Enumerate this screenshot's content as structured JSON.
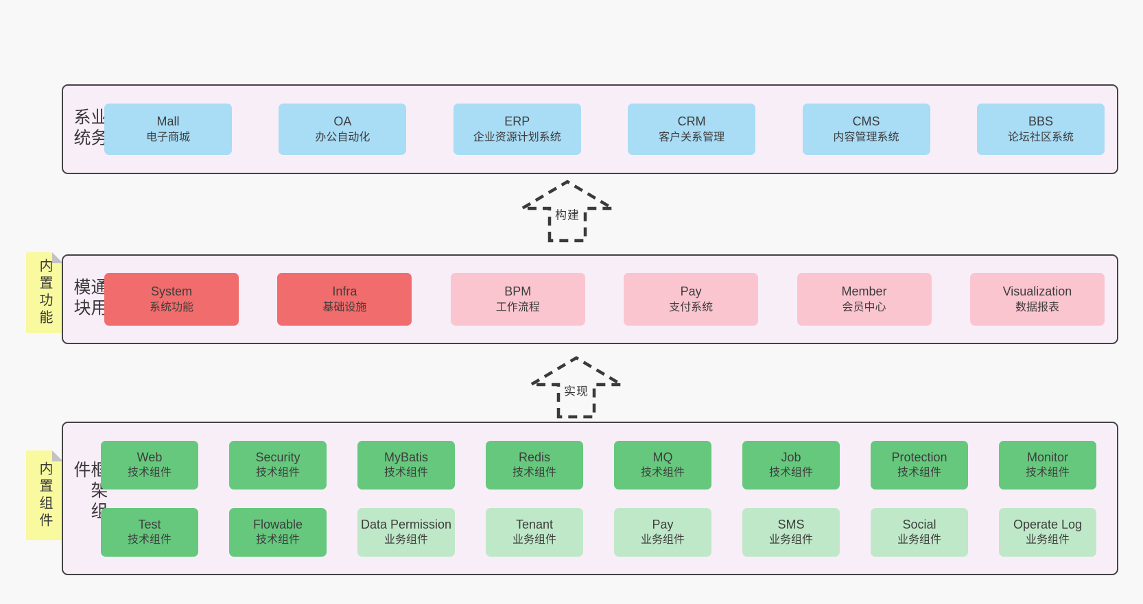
{
  "colors": {
    "pagebg": "#f8f8f8",
    "panel": "#f8eef8",
    "border": "#434343",
    "blue": "#a9dcf5",
    "red": "#f16c6c",
    "pink": "#fbc5d0",
    "green": "#66c87d",
    "lightgreen": "#bfe8c8",
    "yellow": "#f9f9a0",
    "fold": "#c2c2c2",
    "ink": "#3d3d3d"
  },
  "arrows": [
    {
      "label": "构建"
    },
    {
      "label": "实现"
    }
  ],
  "layers": [
    {
      "label": "业务系统",
      "note": null,
      "rows": [
        [
          {
            "name": "Mall",
            "desc": "电子商城",
            "type": "blue"
          },
          {
            "name": "OA",
            "desc": "办公自动化",
            "type": "blue"
          },
          {
            "name": "ERP",
            "desc": "企业资源计划系统",
            "type": "blue"
          },
          {
            "name": "CRM",
            "desc": "客户关系管理",
            "type": "blue"
          },
          {
            "name": "CMS",
            "desc": "内容管理系统",
            "type": "blue"
          },
          {
            "name": "BBS",
            "desc": "论坛社区系统",
            "type": "blue"
          }
        ]
      ]
    },
    {
      "label": "通用模块",
      "note": "内置功能",
      "rows": [
        [
          {
            "name": "System",
            "desc": "系统功能",
            "type": "red"
          },
          {
            "name": "Infra",
            "desc": "基础设施",
            "type": "red"
          },
          {
            "name": "BPM",
            "desc": "工作流程",
            "type": "pink"
          },
          {
            "name": "Pay",
            "desc": "支付系统",
            "type": "pink"
          },
          {
            "name": "Member",
            "desc": "会员中心",
            "type": "pink"
          },
          {
            "name": "Visualization",
            "desc": "数据报表",
            "type": "pink"
          }
        ]
      ]
    },
    {
      "label": "框架组件",
      "note": "内置组件",
      "rows": [
        [
          {
            "name": "Web",
            "desc": "技术组件",
            "type": "green"
          },
          {
            "name": "Security",
            "desc": "技术组件",
            "type": "green"
          },
          {
            "name": "MyBatis",
            "desc": "技术组件",
            "type": "green"
          },
          {
            "name": "Redis",
            "desc": "技术组件",
            "type": "green"
          },
          {
            "name": "MQ",
            "desc": "技术组件",
            "type": "green"
          },
          {
            "name": "Job",
            "desc": "技术组件",
            "type": "green"
          },
          {
            "name": "Protection",
            "desc": "技术组件",
            "type": "green"
          },
          {
            "name": "Monitor",
            "desc": "技术组件",
            "type": "green"
          }
        ],
        [
          {
            "name": "Test",
            "desc": "技术组件",
            "type": "green"
          },
          {
            "name": "Flowable",
            "desc": "技术组件",
            "type": "green"
          },
          {
            "name": "Data Permission",
            "desc": "业务组件",
            "type": "lightgreen"
          },
          {
            "name": "Tenant",
            "desc": "业务组件",
            "type": "lightgreen"
          },
          {
            "name": "Pay",
            "desc": "业务组件",
            "type": "lightgreen"
          },
          {
            "name": "SMS",
            "desc": "业务组件",
            "type": "lightgreen"
          },
          {
            "name": "Social",
            "desc": "业务组件",
            "type": "lightgreen"
          },
          {
            "name": "Operate Log",
            "desc": "业务组件",
            "type": "lightgreen"
          }
        ]
      ]
    }
  ]
}
